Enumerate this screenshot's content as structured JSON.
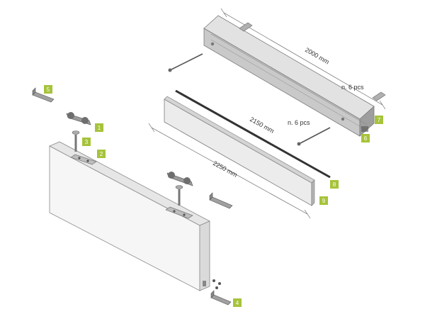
{
  "colors": {
    "callout_fill": "#a6c33a",
    "callout_text": "#ffffff",
    "outline": "#7a7a7a",
    "rail": "#cfcfcf",
    "rail_dark": "#a8a8a8",
    "panel": "#f4f4f4",
    "hardware": "#8c8c8c",
    "strip": "#333333"
  },
  "dimensions": {
    "rail_length": "2000 mm",
    "cover_length": "2150 mm",
    "panel_width": "2250 mm",
    "screws_top": "n. 6 pcs",
    "screws_mid": "n. 6 pcs"
  },
  "callouts": [
    {
      "label": "1",
      "part": "carriage-roller"
    },
    {
      "label": "2",
      "part": "top-mounting-plate"
    },
    {
      "label": "3",
      "part": "adjusting-bolt"
    },
    {
      "label": "4",
      "part": "floor-guide"
    },
    {
      "label": "5",
      "part": "end-stop"
    },
    {
      "label": "6",
      "part": "track-rail"
    },
    {
      "label": "7",
      "part": "wall-screws"
    },
    {
      "label": "8",
      "part": "brush-seal-strip"
    },
    {
      "label": "9",
      "part": "fascia-cover"
    }
  ]
}
